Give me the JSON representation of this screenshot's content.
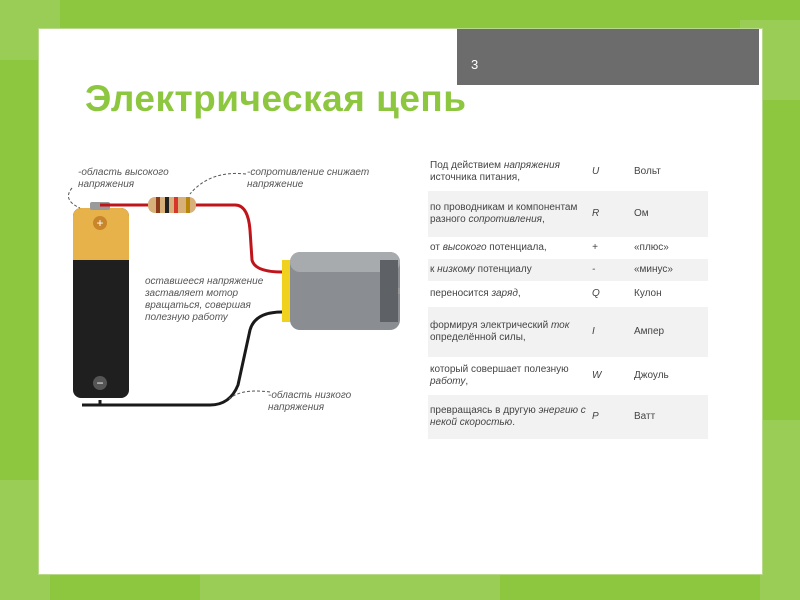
{
  "slide": {
    "number": "3",
    "title": "Электрическая цепь"
  },
  "diagram": {
    "labels": {
      "high_voltage": "-область высокого\nнапряжения",
      "resistance": "-сопротивление снижает\nнапряжение",
      "motor": "оставшееся напряжение\nзаставляет мотор\nвращаться, совершая\nполезную работу",
      "low_voltage": "-область низкого\nнапряжения"
    },
    "battery_plus": "+",
    "battery_minus": "−"
  },
  "table": {
    "rows": [
      {
        "pre": "Под действием ",
        "em": "напряжения",
        "post": " источника питания,",
        "symbol": "U",
        "unit": "Вольт"
      },
      {
        "pre": "по проводникам и компонентам разного ",
        "em": "сопротивления",
        "post": ",",
        "symbol": "R",
        "unit": "Ом"
      },
      {
        "pre": "от ",
        "em": "высокого",
        "post": " потенциала,",
        "symbol": "+",
        "unit": "«плюс»"
      },
      {
        "pre": "к ",
        "em": "низкому",
        "post": " потенциалу",
        "symbol": "-",
        "unit": "«минус»"
      },
      {
        "pre": "переносится ",
        "em": "заряд",
        "post": ",",
        "symbol": "Q",
        "unit": "Кулон"
      },
      {
        "pre": "формируя электрический ",
        "em": "ток",
        "post": " определённой силы,",
        "symbol": "I",
        "unit": "Ампер"
      },
      {
        "pre": "который совершает полезную ",
        "em": "работу",
        "post": ",",
        "symbol": "W",
        "unit": "Джоуль"
      },
      {
        "pre": "превращаясь в другую ",
        "em": "энергию с некой скоростью",
        "post": ".",
        "symbol": "P",
        "unit": "Ватт"
      }
    ]
  },
  "colors": {
    "background": "#8dc63f",
    "title": "#8dc63f",
    "number_box": "#6c6c6c",
    "wire_positive": "#c0141b",
    "wire_negative": "#1a1a1a"
  }
}
